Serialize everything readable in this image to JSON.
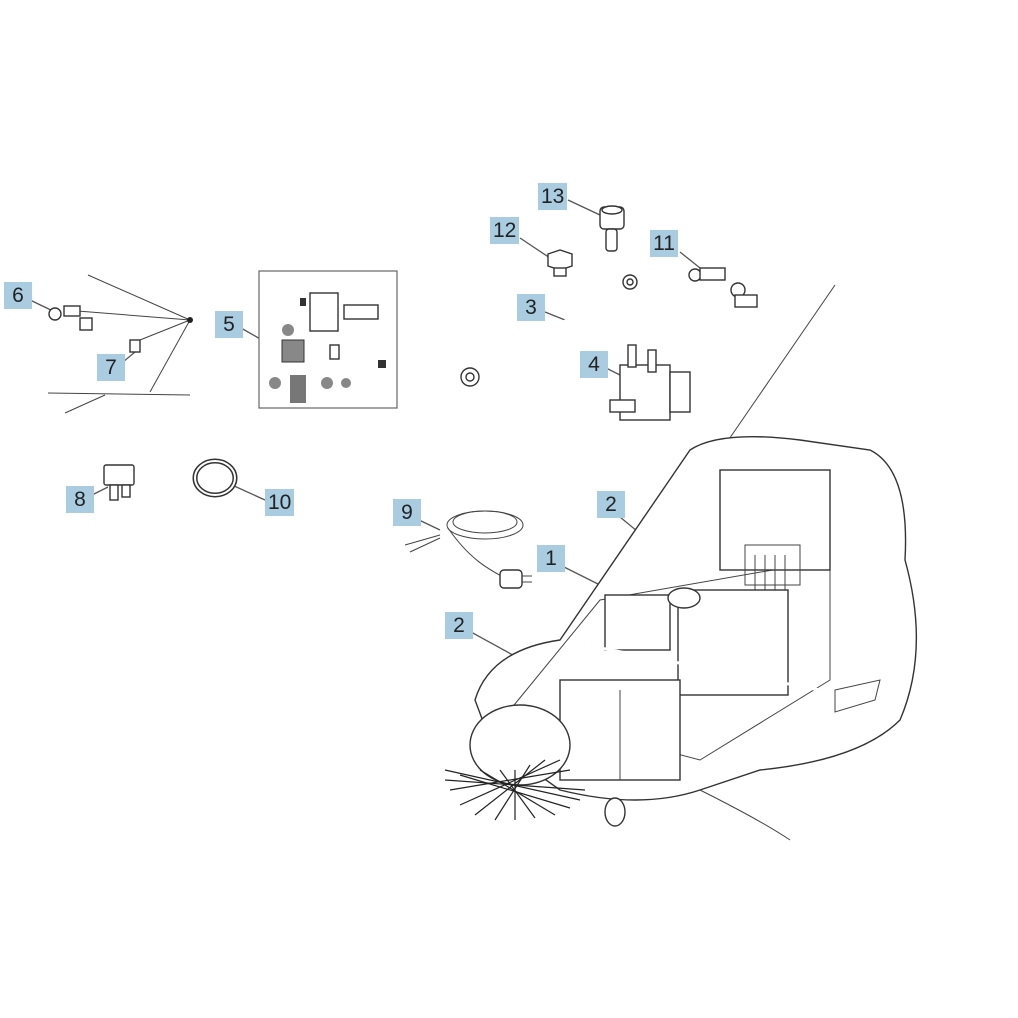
{
  "callouts": {
    "c1": "1",
    "c2a": "2",
    "c2b": "2",
    "c3": "3",
    "c4": "4",
    "c5": "5",
    "c6": "6",
    "c7": "7",
    "c8": "8",
    "c9": "9",
    "c10": "10",
    "c11": "11",
    "c12": "12",
    "c13": "13"
  },
  "colors": {
    "callout_bg": "#a9cce1",
    "line": "#333333"
  }
}
